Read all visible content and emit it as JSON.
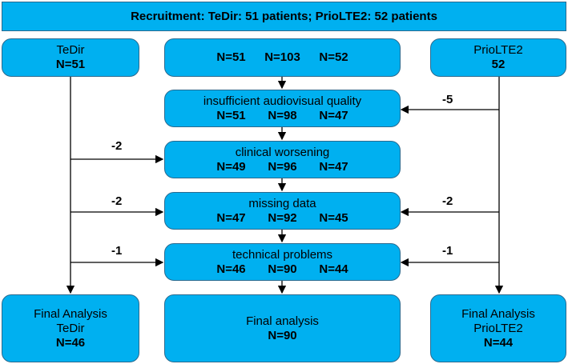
{
  "header": {
    "text": "Recruitment: TeDir: 51 patients; PrioLTE2: 52 patients"
  },
  "left_top": {
    "name": "TeDir",
    "n": "N=51"
  },
  "right_top": {
    "name": "PrioLTE2",
    "n": "52"
  },
  "center_top": {
    "n1": "N=51",
    "n2": "N=103",
    "n3": "N=52"
  },
  "steps": [
    {
      "title": "insufficient audiovisual quality",
      "n1": "N=51",
      "n2": "N=98",
      "n3": "N=47"
    },
    {
      "title": "clinical worsening",
      "n1": "N=49",
      "n2": "N=96",
      "n3": "N=47"
    },
    {
      "title": "missing data",
      "n1": "N=47",
      "n2": "N=92",
      "n3": "N=45"
    },
    {
      "title": "technical problems",
      "n1": "N=46",
      "n2": "N=90",
      "n3": "N=44"
    }
  ],
  "exclusions": {
    "left": [
      "-2",
      "-2",
      "-1"
    ],
    "right": [
      "-5",
      "-2",
      "-1"
    ]
  },
  "final_left": {
    "line1": "Final Analysis",
    "line2": "TeDir",
    "n": "N=46"
  },
  "final_center": {
    "line1": "Final analysis",
    "n": "N=90"
  },
  "final_right": {
    "line1": "Final Analysis",
    "line2": "PrioLTE2",
    "n": "N=44"
  }
}
